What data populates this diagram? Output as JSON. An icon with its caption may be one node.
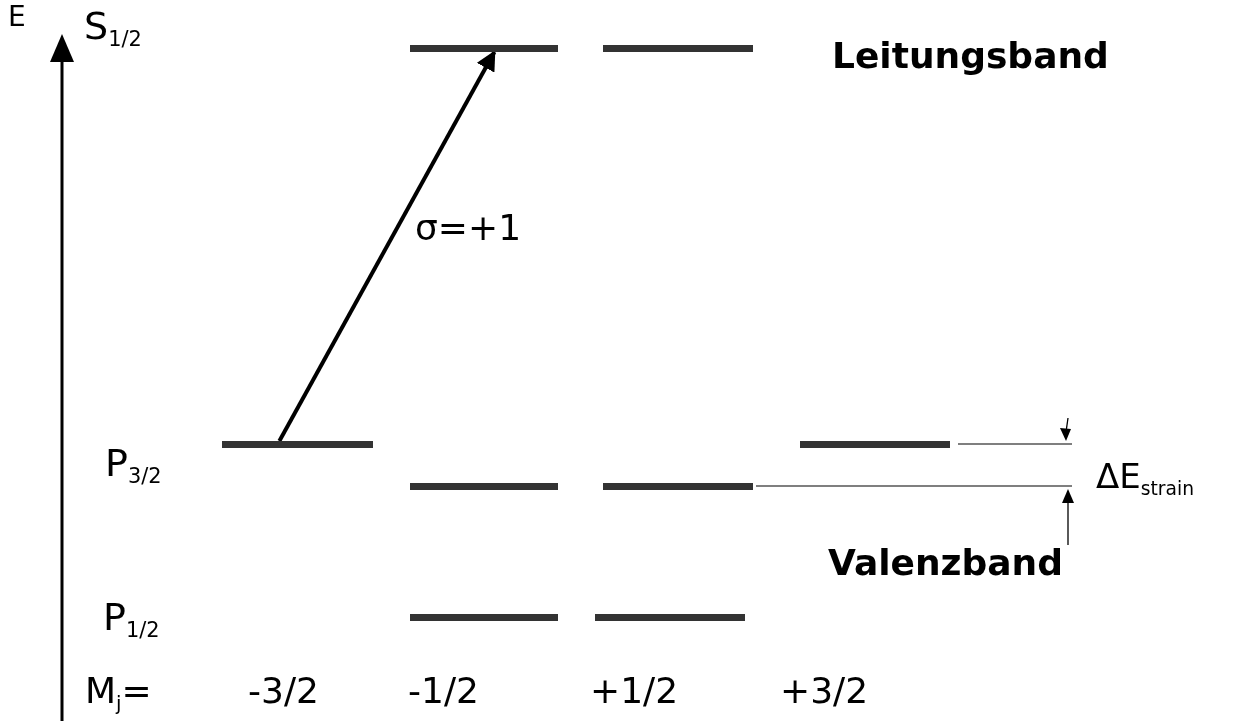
{
  "diagram": {
    "nodes": [
      {
        "text": [],
        "shape": "bar"
      },
      {
        "text": [],
        "shape": "bar"
      },
      {
        "text": [],
        "shape": "bar"
      },
      {
        "text": [],
        "shape": "bar"
      },
      {
        "text": [],
        "shape": "bar"
      },
      {
        "text": [],
        "shape": "bar"
      },
      {
        "text": [],
        "shape": "bar"
      },
      {
        "text": [],
        "shape": "bar"
      }
    ],
    "edges": [
      {
        "from": 2,
        "to": 0,
        "arrow": "to",
        "label": "σ=+1"
      }
    ],
    "labels": [
      "E",
      "S$_{1/2}$",
      "Leitungsband",
      "P$_{3/2}$",
      "ΔE$_{strain}$",
      "Valenzband",
      "P$_{1/2}$",
      "M$_{j}$=",
      "-3/2",
      "-1/2",
      "+1/2",
      "+3/2"
    ]
  }
}
